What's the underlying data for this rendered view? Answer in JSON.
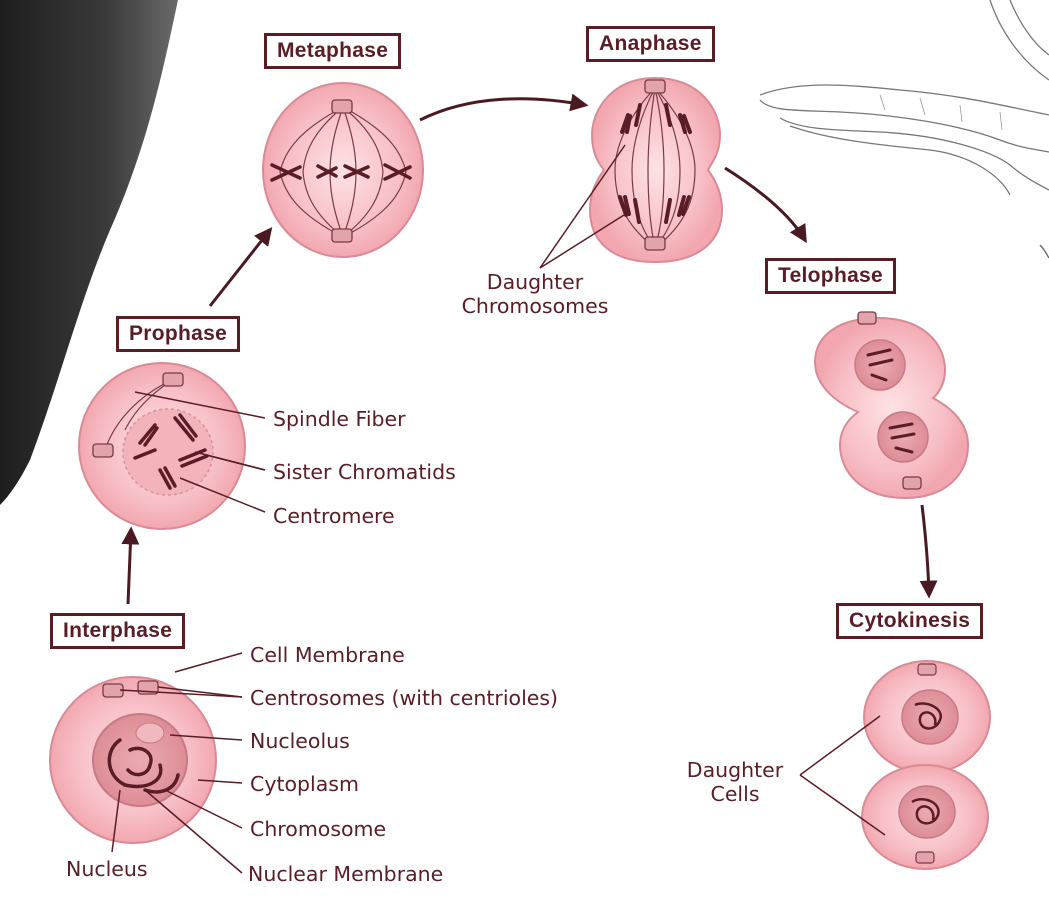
{
  "phases": {
    "metaphase": "Metaphase",
    "anaphase": "Anaphase",
    "telophase": "Telophase",
    "prophase": "Prophase",
    "cytokinesis": "Cytokinesis",
    "interphase": "Interphase"
  },
  "labels": {
    "daughter_chromosomes": [
      "Daughter",
      "Chromosomes"
    ],
    "spindle_fiber": "Spindle Fiber",
    "sister_chromatids": "Sister Chromatids",
    "centromere": "Centromere",
    "cell_membrane": "Cell Membrane",
    "centrosomes": "Centrosomes (with centrioles)",
    "nucleolus": "Nucleolus",
    "cytoplasm": "Cytoplasm",
    "chromosome": "Chromosome",
    "nucleus": "Nucleus",
    "nuclear_membrane": "Nuclear Membrane",
    "daughter_cells": [
      "Daughter",
      "Cells"
    ]
  },
  "colors": {
    "outline": "#5a1d26",
    "cell_fill": "#f6b8bf",
    "cell_inner": "#fad6da",
    "nucleus_fill": "#e69aa3"
  }
}
